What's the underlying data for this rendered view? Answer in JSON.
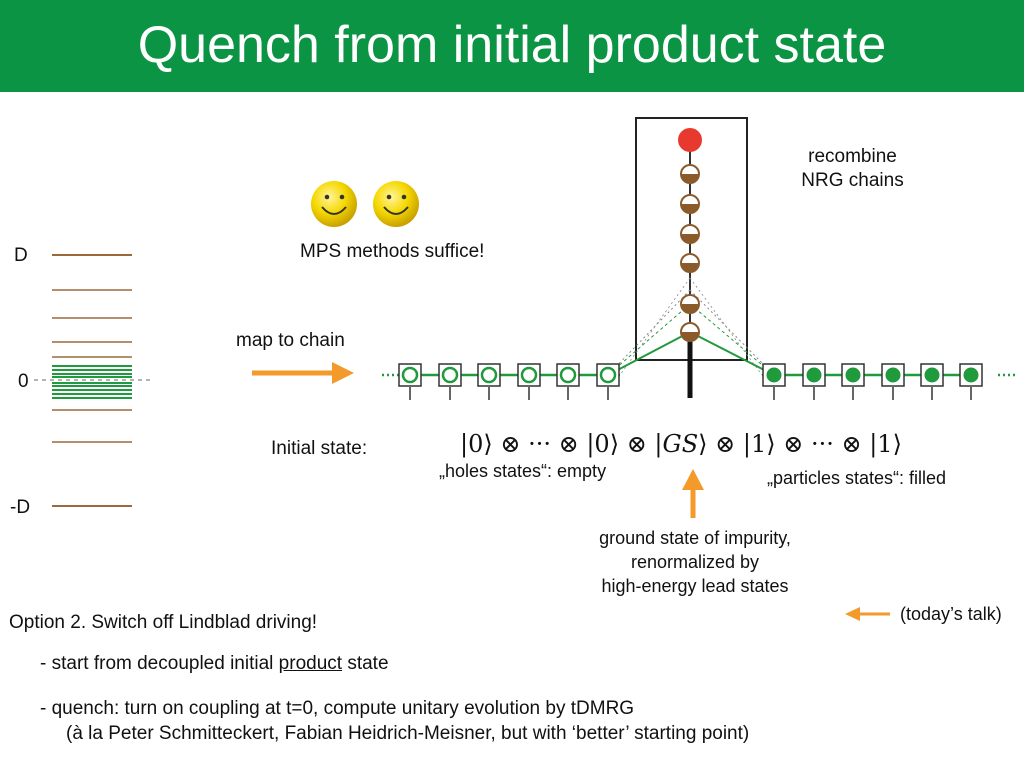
{
  "slide": {
    "title": "Quench from initial product state",
    "energy_axis": {
      "top_label": "D",
      "mid_label": "0",
      "bottom_label": "-D"
    },
    "labels": {
      "recombine": [
        "recombine",
        "NRG chains"
      ],
      "mps": "MPS methods suffice!",
      "map_to_chain": "map to chain",
      "initial_state": "Initial state:",
      "holes": "„holes states“: empty",
      "particles": "„particles states“: filled",
      "ground_state": [
        "ground state of impurity,",
        "renormalized by",
        "high-energy lead states"
      ],
      "todays_talk": "(today’s talk)"
    },
    "state_formula": {
      "part1": "|0⟩ ⊗ ··· ⊗ |0⟩ ⊗ |",
      "gs": "GS",
      "part2": "⟩ ⊗ |1⟩ ⊗ ··· ⊗ |1⟩"
    },
    "option": {
      "heading": "Option 2. Switch off Lindblad driving!",
      "bullet1_pre": "- start from decoupled initial ",
      "bullet1_ul": "product",
      "bullet1_post": " state",
      "bullet2": "- quench: turn on coupling at t=0, compute unitary evolution by tDMRG",
      "bullet2_sub": "(à la Peter Schmitteckert, Fabian Heidrich-Meisner, but with ‘better’ starting point)"
    },
    "colors": {
      "header": "#0b9444",
      "green": "#1f9a3c",
      "brown": "#8b5a2b",
      "orange": "#f39a2b",
      "red": "#e8392f",
      "smiley": "#f5d800"
    }
  }
}
